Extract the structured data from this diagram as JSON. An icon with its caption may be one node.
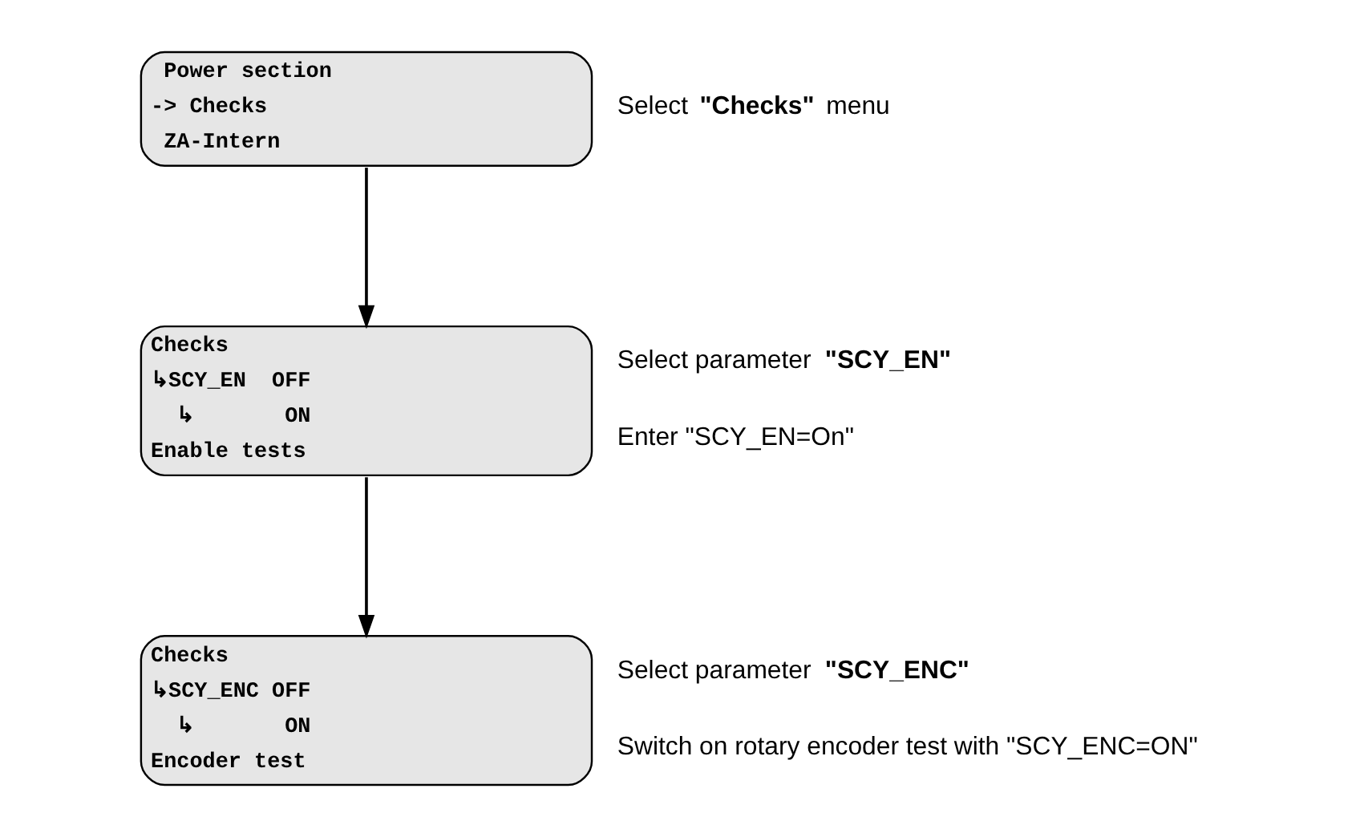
{
  "diagram": {
    "nodes": [
      {
        "text": [
          " Power section",
          "-> Checks",
          " ZA-Intern"
        ],
        "beside": [
          "Select **\"Checks\"** menu"
        ]
      },
      {
        "text": [
          "Checks",
          "↳SCY_EN  OFF",
          "  ↳       ON",
          "Enable tests"
        ],
        "beside": [
          "Select parameter **\"SCY_EN\"**",
          "Enter \"SCY_EN=On\""
        ]
      },
      {
        "text": [
          "Checks",
          "↳SCY_ENC OFF",
          "  ↳       ON",
          "Encoder test"
        ],
        "beside": [
          "Select parameter **\"SCY_ENC\"**",
          "Switch on rotary encoder test with \"SCY_ENC=ON\""
        ]
      }
    ],
    "edges": [
      {
        "from": 0,
        "to": 1,
        "arrow": "to"
      },
      {
        "from": 1,
        "to": 2,
        "arrow": "to"
      }
    ]
  }
}
